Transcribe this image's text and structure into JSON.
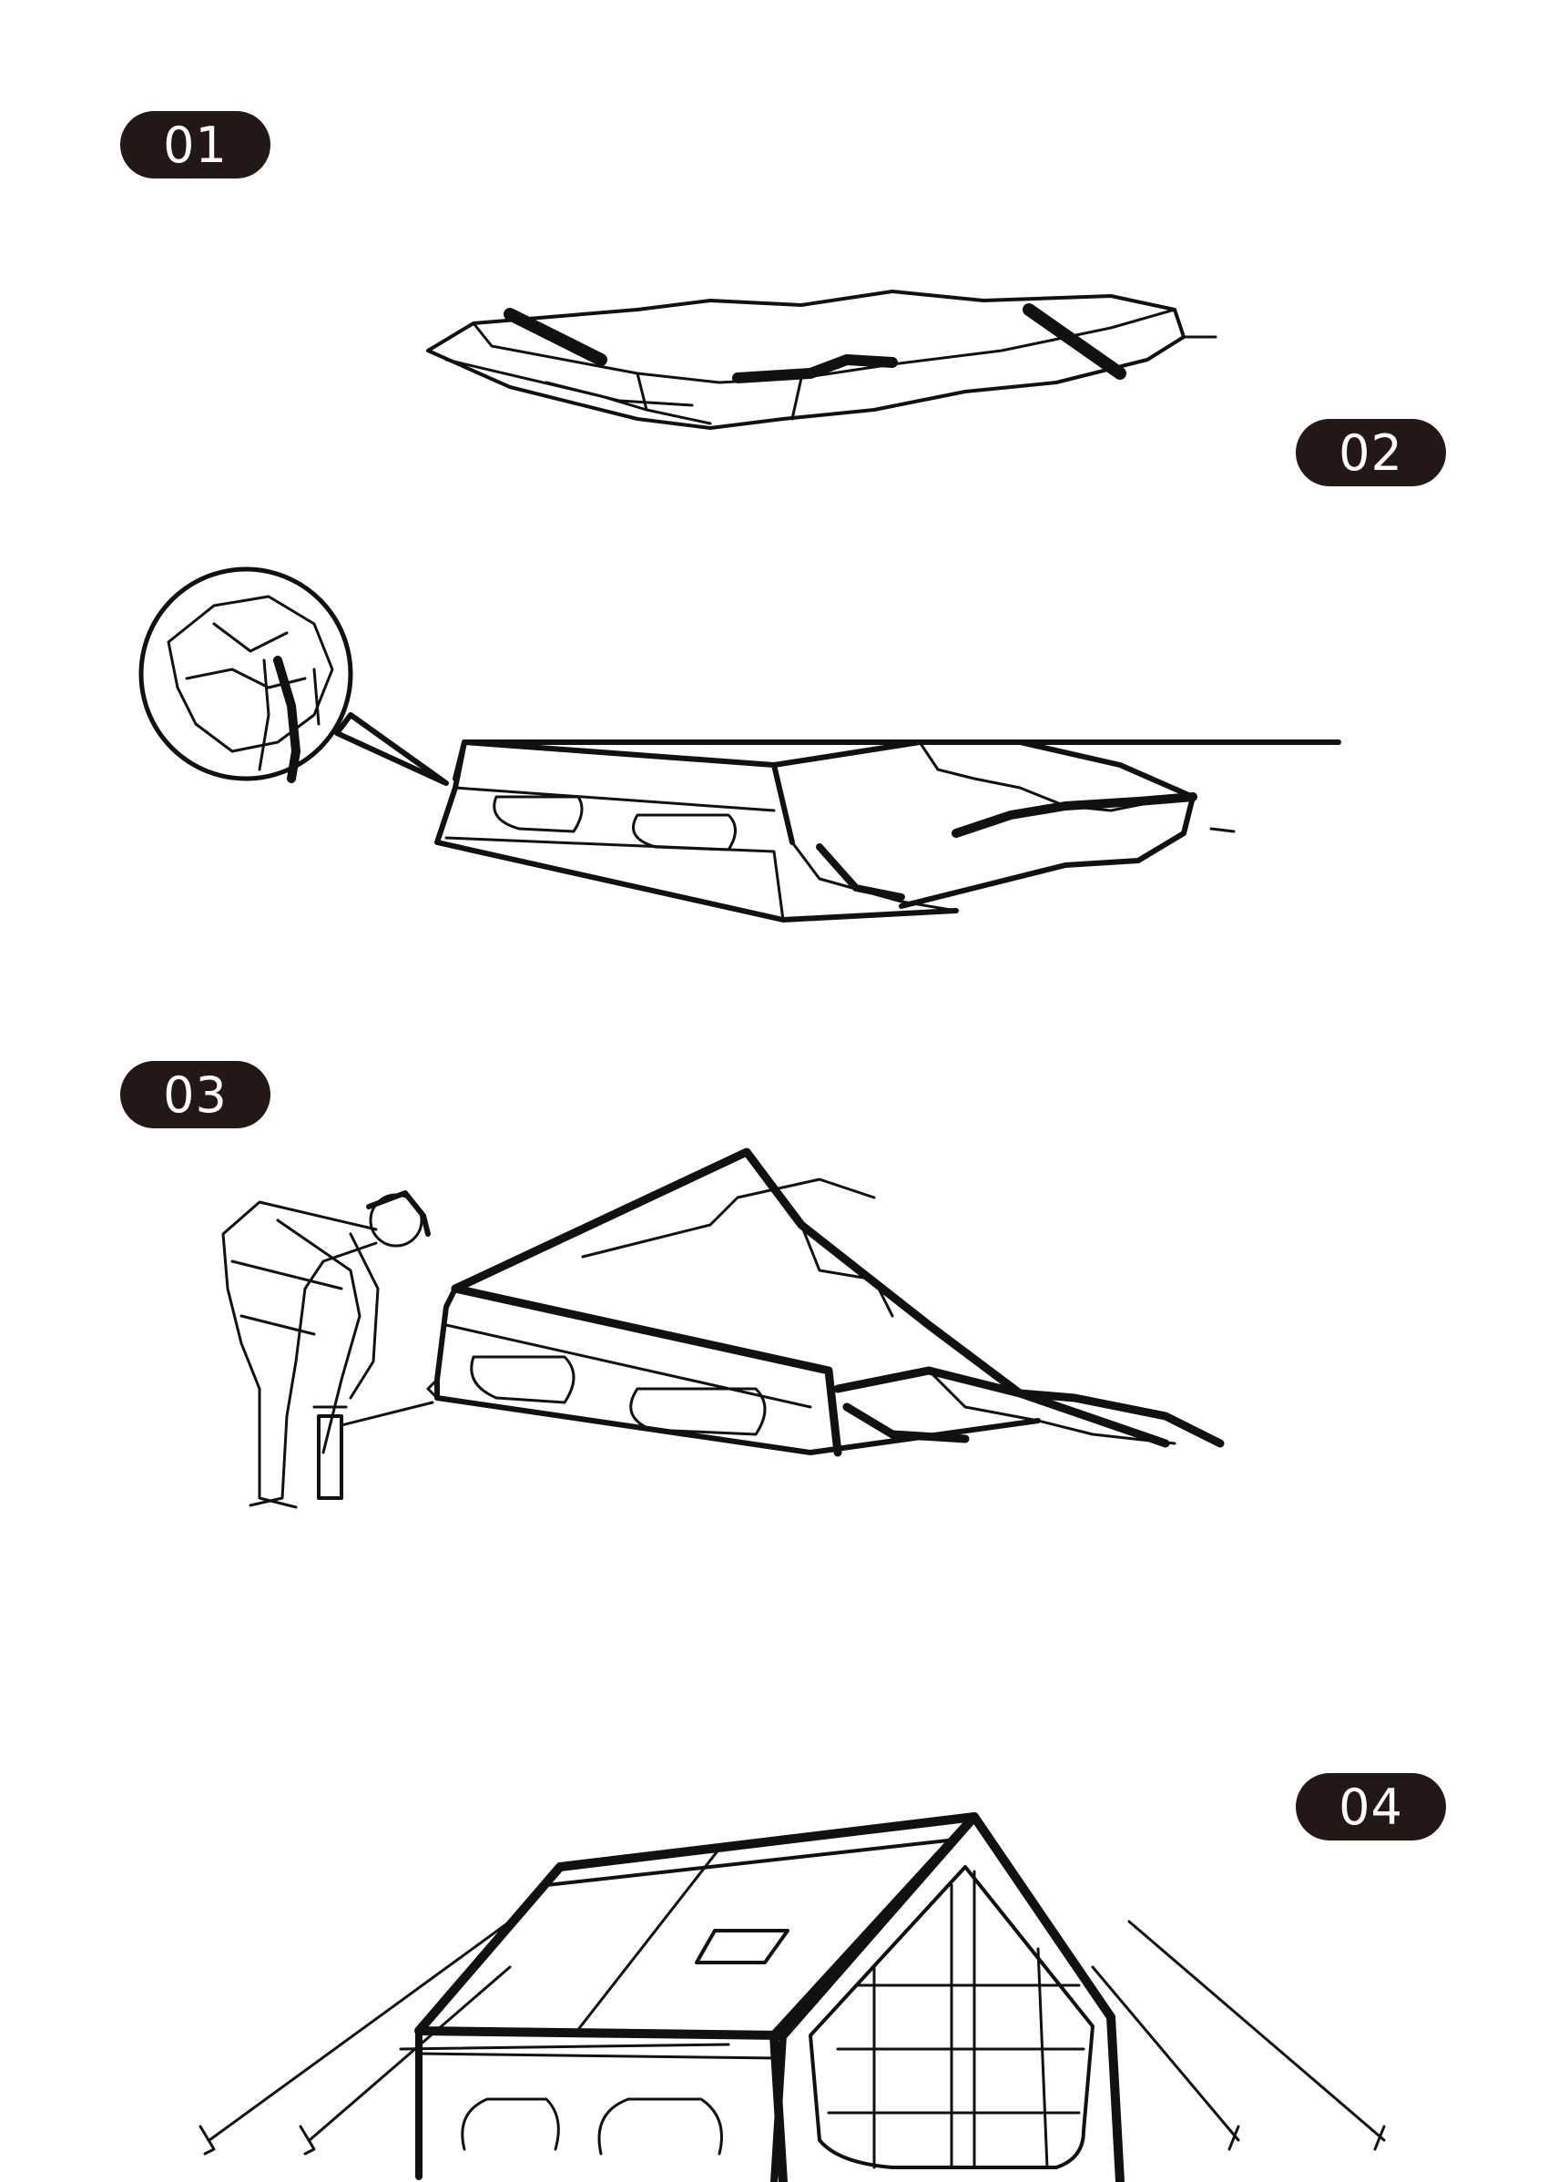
{
  "steps": [
    {
      "label": "01",
      "illustration": "folded-tent-on-ground"
    },
    {
      "label": "02",
      "illustration": "unfolded-tent-with-valve-detail"
    },
    {
      "label": "03",
      "illustration": "person-pumping-tent"
    },
    {
      "label": "04",
      "illustration": "inflated-a-frame-tent"
    }
  ],
  "colors": {
    "badge_background": "#231815",
    "badge_text": "#ffffff",
    "line": "#111111",
    "page": "#ffffff"
  }
}
